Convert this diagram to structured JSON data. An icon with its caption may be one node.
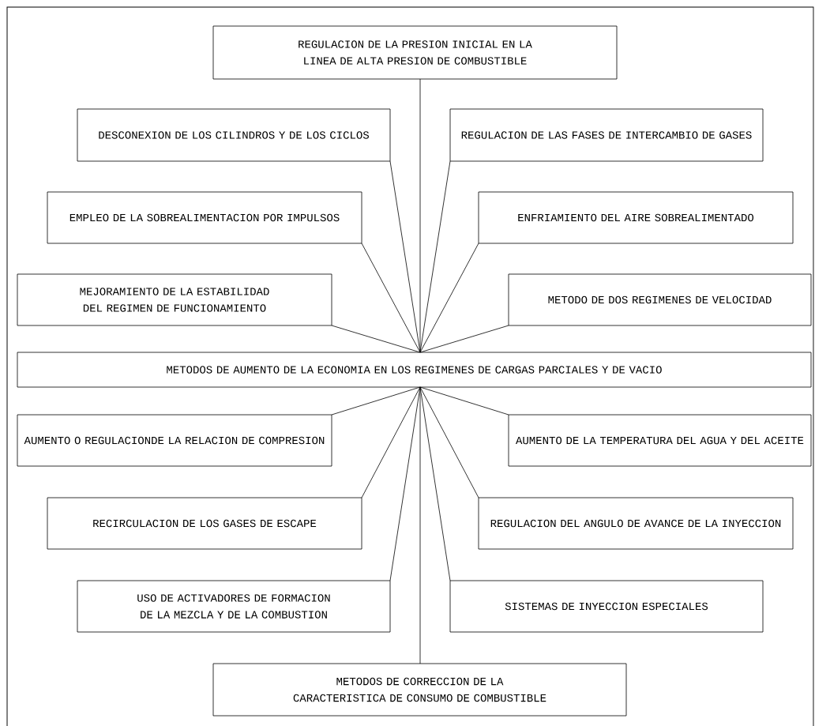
{
  "diagram": {
    "nodes": [
      {
        "text": [
          "REGULACION DE LA PRESION INICIAL EN LA LINEA DE ALTA PRESION DE COMBUSTIBLE"
        ]
      },
      {
        "text": [
          "DESCONEXION DE LOS CILINDROS Y DE LOS CICLOS"
        ]
      },
      {
        "text": [
          "REGULACION DE LAS FASES DE INTERCAMBIO DE GASES"
        ]
      },
      {
        "text": [
          "EMPLEO DE LA SOBREALIMENTACION POR IMPULSOS"
        ]
      },
      {
        "text": [
          "ENFRIAMIENTO DEL AIRE SOBREALIMENTADO"
        ]
      },
      {
        "text": [
          "MEJORAMIENTO DE LA ESTABILIDAD DEL REGIMEN DE FUNCIONAMIENTO"
        ]
      },
      {
        "text": [
          "METODO DE DOS REGIMENES DE VELOCIDAD"
        ]
      },
      {
        "text": [
          "METODOS DE AUMENTO DE LA ECONOMIA EN LOS REGIMENES DE CARGAS PARCIALES Y DE VACIO"
        ]
      },
      {
        "text": [
          "AUMENTO O REGULACIONDE LA RELACION DE COMPRESION"
        ]
      },
      {
        "text": [
          "AUMENTO DE LA TEMPERATURA DEL AGUA Y DEL ACEITE"
        ]
      },
      {
        "text": [
          "RECIRCULACION DE LOS GASES DE ESCAPE"
        ]
      },
      {
        "text": [
          "REGULACION DEL ANGULO DE AVANCE DE LA INYECCION"
        ]
      },
      {
        "text": [
          "USO DE ACTIVADORES DE FORMACION DE LA MEZCLA Y DE LA COMBUSTION"
        ]
      },
      {
        "text": [
          "SISTEMAS DE INYECCION ESPECIALES"
        ]
      },
      {
        "text": [
          "METODOS DE CORRECCION DE LA CARACTERISTICA DE CONSUMO DE COMBUSTIBLE"
        ]
      }
    ],
    "edges": [
      {
        "from": 0,
        "to": 7,
        "arrow": "none"
      },
      {
        "from": 1,
        "to": 7,
        "arrow": "none"
      },
      {
        "from": 2,
        "to": 7,
        "arrow": "none"
      },
      {
        "from": 3,
        "to": 7,
        "arrow": "none"
      },
      {
        "from": 4,
        "to": 7,
        "arrow": "none"
      },
      {
        "from": 5,
        "to": 7,
        "arrow": "none"
      },
      {
        "from": 6,
        "to": 7,
        "arrow": "none"
      },
      {
        "from": 8,
        "to": 7,
        "arrow": "none"
      },
      {
        "from": 9,
        "to": 7,
        "arrow": "none"
      },
      {
        "from": 10,
        "to": 7,
        "arrow": "none"
      },
      {
        "from": 11,
        "to": 7,
        "arrow": "none"
      },
      {
        "from": 12,
        "to": 7,
        "arrow": "none"
      },
      {
        "from": 13,
        "to": 7,
        "arrow": "none"
      },
      {
        "from": 14,
        "to": 7,
        "arrow": "none"
      }
    ]
  }
}
